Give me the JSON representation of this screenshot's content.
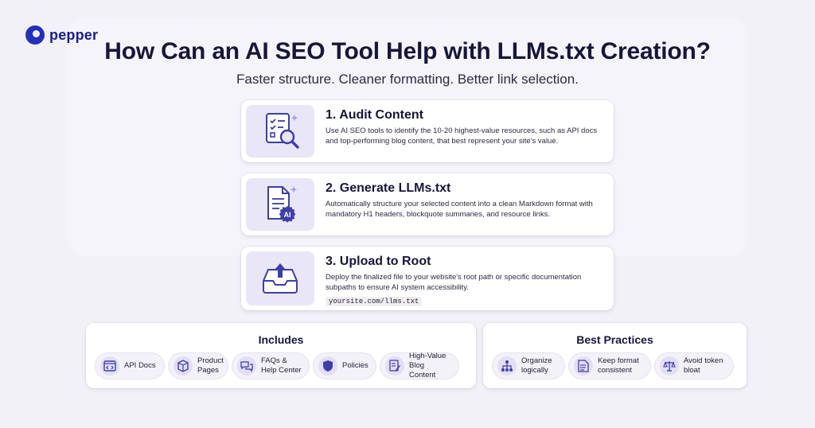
{
  "brand": {
    "name": "pepper"
  },
  "header": {
    "title": "How Can an AI SEO Tool Help with LLMs.txt Creation?",
    "subtitle": "Faster structure. Cleaner formatting. Better link selection."
  },
  "steps": [
    {
      "title": "1. Audit Content",
      "description": "Use AI SEO tools to identify the 10-20 highest-value resources, such as API docs and top-performing blog content, that best represent your site's value.",
      "icon": "checklist-magnifier-icon"
    },
    {
      "title": "2. Generate LLMs.txt",
      "description": "Automatically structure your selected content into a clean Markdown format with mandatory H1 headers, blockquote summaries, and resource links.",
      "icon": "ai-document-icon",
      "badge": "AI"
    },
    {
      "title": "3. Upload to Root",
      "description": "Deploy the finalized file to your website's root path or specific documentation subpaths to ensure AI system accessibility.",
      "code": "yoursite.com/llms.txt",
      "icon": "upload-tray-icon"
    }
  ],
  "includes": {
    "title": "Includes",
    "items": [
      {
        "label": "API Docs",
        "icon": "code-window-icon"
      },
      {
        "label": "Product\nPages",
        "icon": "box-icon"
      },
      {
        "label": "FAQs &\nHelp Center",
        "icon": "chat-bubbles-icon"
      },
      {
        "label": "Policies",
        "icon": "shield-icon"
      },
      {
        "label": "High-Value\nBlog Content",
        "icon": "pen-document-icon"
      }
    ]
  },
  "best_practices": {
    "title": "Best Practices",
    "items": [
      {
        "label": "Organize\nlogically",
        "icon": "hierarchy-icon"
      },
      {
        "label": "Keep format\nconsistent",
        "icon": "document-icon"
      },
      {
        "label": "Avoid token\nbloat",
        "icon": "scale-icon"
      }
    ]
  },
  "colors": {
    "background": "#f3f1f8",
    "brand": "#2330b8",
    "accent": "#3d3fa8",
    "icon_bg": "#e9e6f7"
  }
}
